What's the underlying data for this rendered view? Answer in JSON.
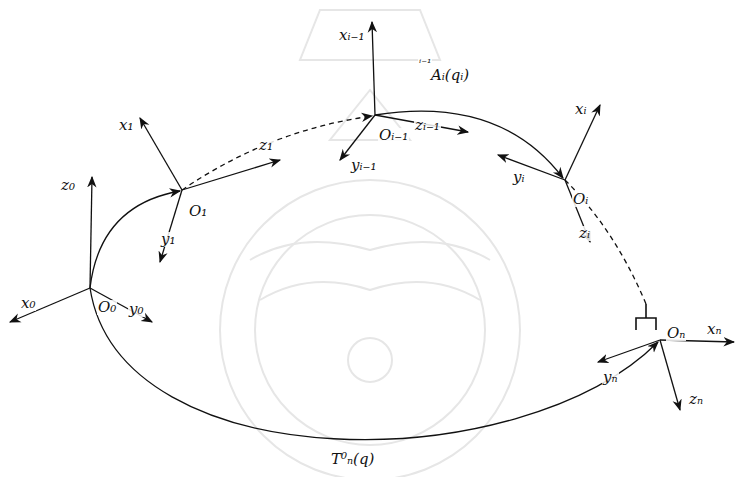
{
  "diagram": {
    "labels": [
      "z₀",
      "x₀",
      "y₀",
      "O₀",
      "x₁",
      "z₁",
      "y₁",
      "O₁",
      "xᵢ₋₁",
      "ⁱ⁻¹",
      "Aᵢ(qᵢ)",
      "Oᵢ₋₁",
      "zᵢ₋₁",
      "yᵢ₋₁",
      "xᵢ",
      "yᵢ",
      "Oᵢ",
      "zᵢ",
      "xₙ",
      "yₙ",
      "Oₙ",
      "zₙ",
      "T⁰ₙ(q)"
    ]
  }
}
